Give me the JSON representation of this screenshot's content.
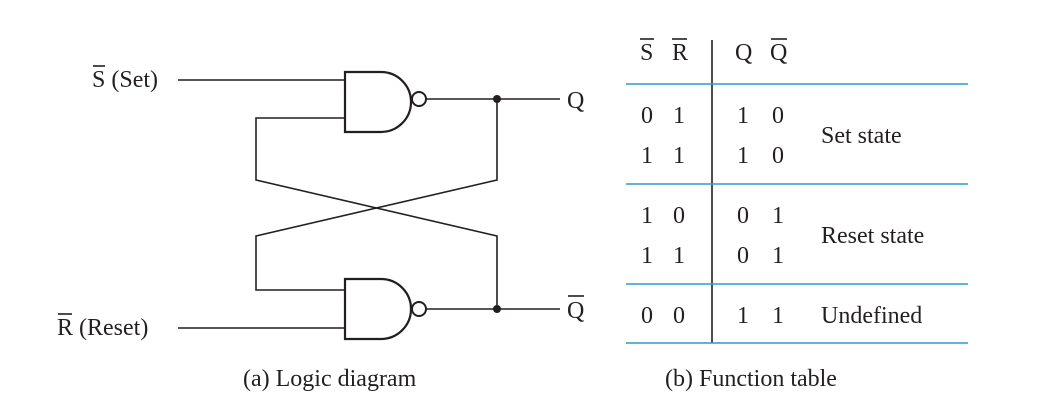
{
  "logic_diagram": {
    "input_s": {
      "letter": "S",
      "rest": " (Set)"
    },
    "input_r": {
      "letter": "R",
      "rest": " (Reset)"
    },
    "output_q": "Q",
    "output_qbar": "Q",
    "caption": "(a) Logic diagram"
  },
  "function_table": {
    "header": [
      "S",
      "R",
      "Q",
      "Q"
    ],
    "rows": [
      [
        "0",
        "1",
        "1",
        "0"
      ],
      [
        "1",
        "1",
        "1",
        "0"
      ],
      [
        "1",
        "0",
        "0",
        "1"
      ],
      [
        "1",
        "1",
        "0",
        "1"
      ],
      [
        "0",
        "0",
        "1",
        "1"
      ]
    ],
    "state_labels": [
      "Set state",
      "Reset state",
      "Undefined"
    ],
    "caption": "(b) Function table"
  },
  "colors": {
    "ink": "#231f20",
    "rule": "#2e9ad0"
  }
}
